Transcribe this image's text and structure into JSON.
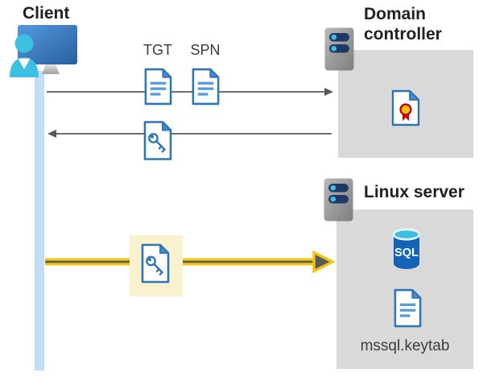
{
  "client": {
    "label": "Client"
  },
  "domain_controller": {
    "label": "Domain controller"
  },
  "linux_server": {
    "label": "Linux server",
    "sql_label": "SQL",
    "keytab_label": "mssql.keytab"
  },
  "tickets": {
    "tgt": "TGT",
    "spn": "SPN"
  },
  "colors": {
    "doc_border_blue": "#2E75B6",
    "doc_fill_blue": "#4A8CCB",
    "doc_line_blue": "#5B9BD5",
    "lifeline_blue": "#C5DCF6",
    "box_gray": "#D9D9D9",
    "arrow_gray": "#58595B",
    "highlight_yellow": "#FAF2CE",
    "auth_arrow_yellow": "#F2C511",
    "sql_body_blue": "#1463B8",
    "sql_top_cyan": "#3FBDE4",
    "cert_gold": "#FFC000",
    "cert_red": "#C00000",
    "person_cyan": "#3EC0E3",
    "server_bar_navy": "#203864",
    "server_dot_cyan": "#44B8E8"
  }
}
